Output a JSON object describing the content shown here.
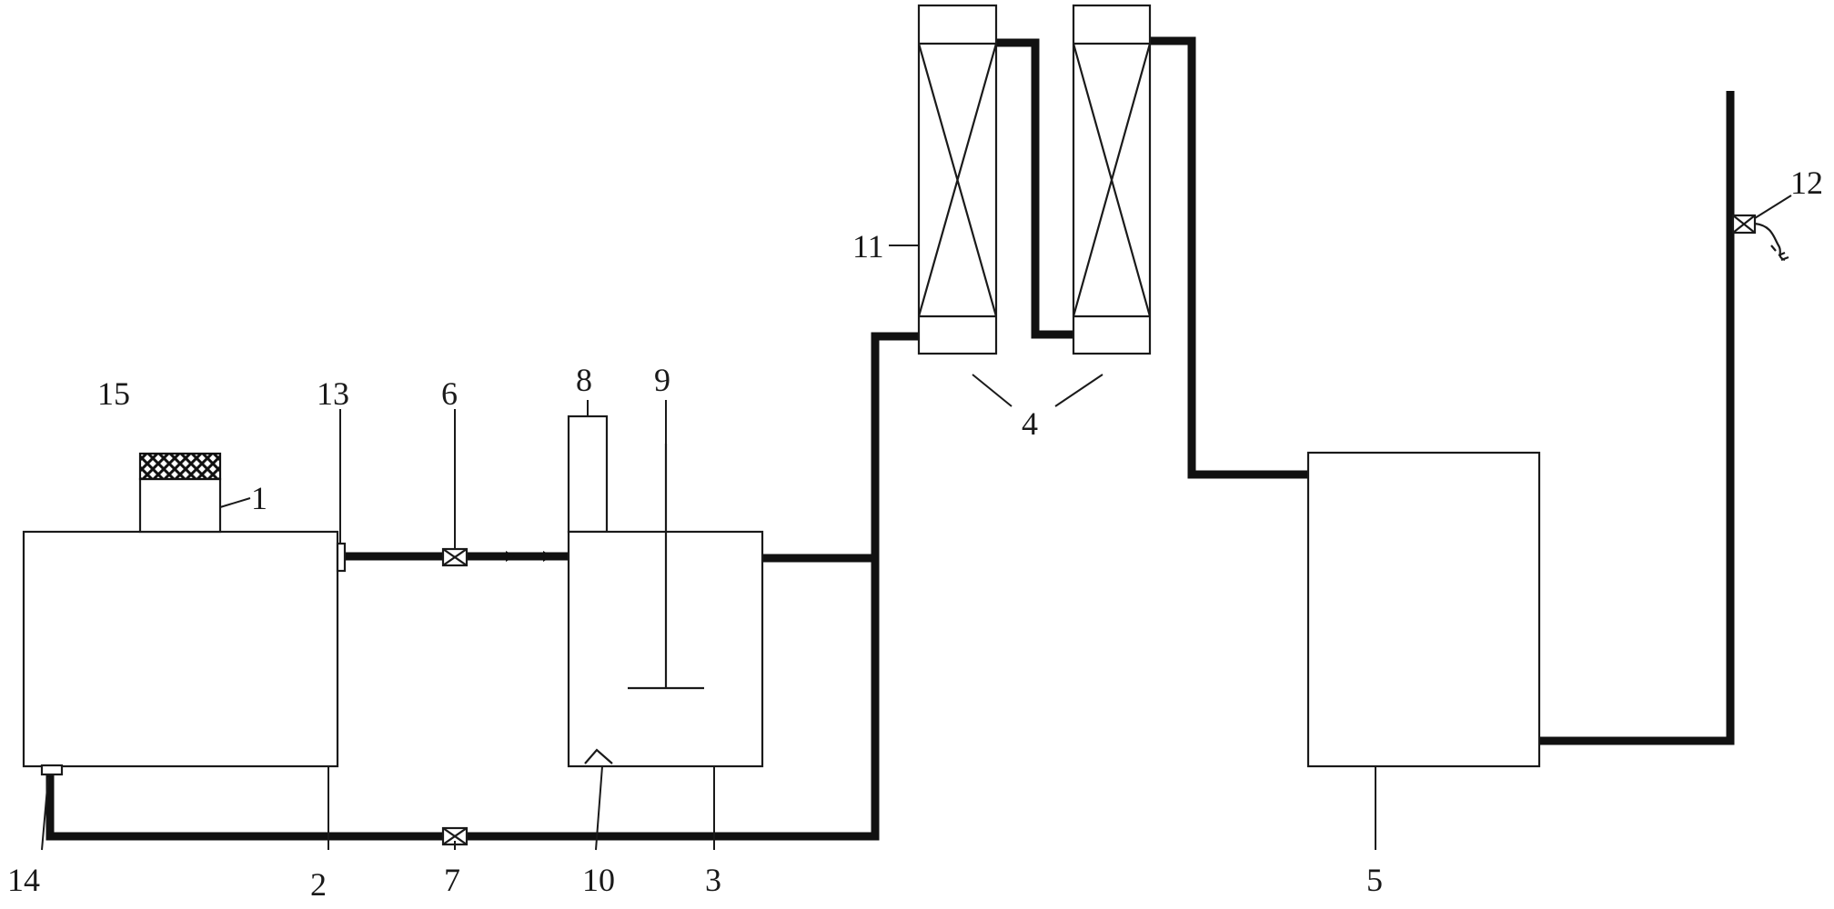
{
  "labels": {
    "l1": "1",
    "l2": "2",
    "l3": "3",
    "l4": "4",
    "l5": "5",
    "l6": "6",
    "l7": "7",
    "l8": "8",
    "l9": "9",
    "l10": "10",
    "l11": "11",
    "l12": "12",
    "l13": "13",
    "l14": "14",
    "l15": "15"
  },
  "colors": {
    "line": "#1a1a1a",
    "pipe": "#111111",
    "background": "#ffffff"
  }
}
